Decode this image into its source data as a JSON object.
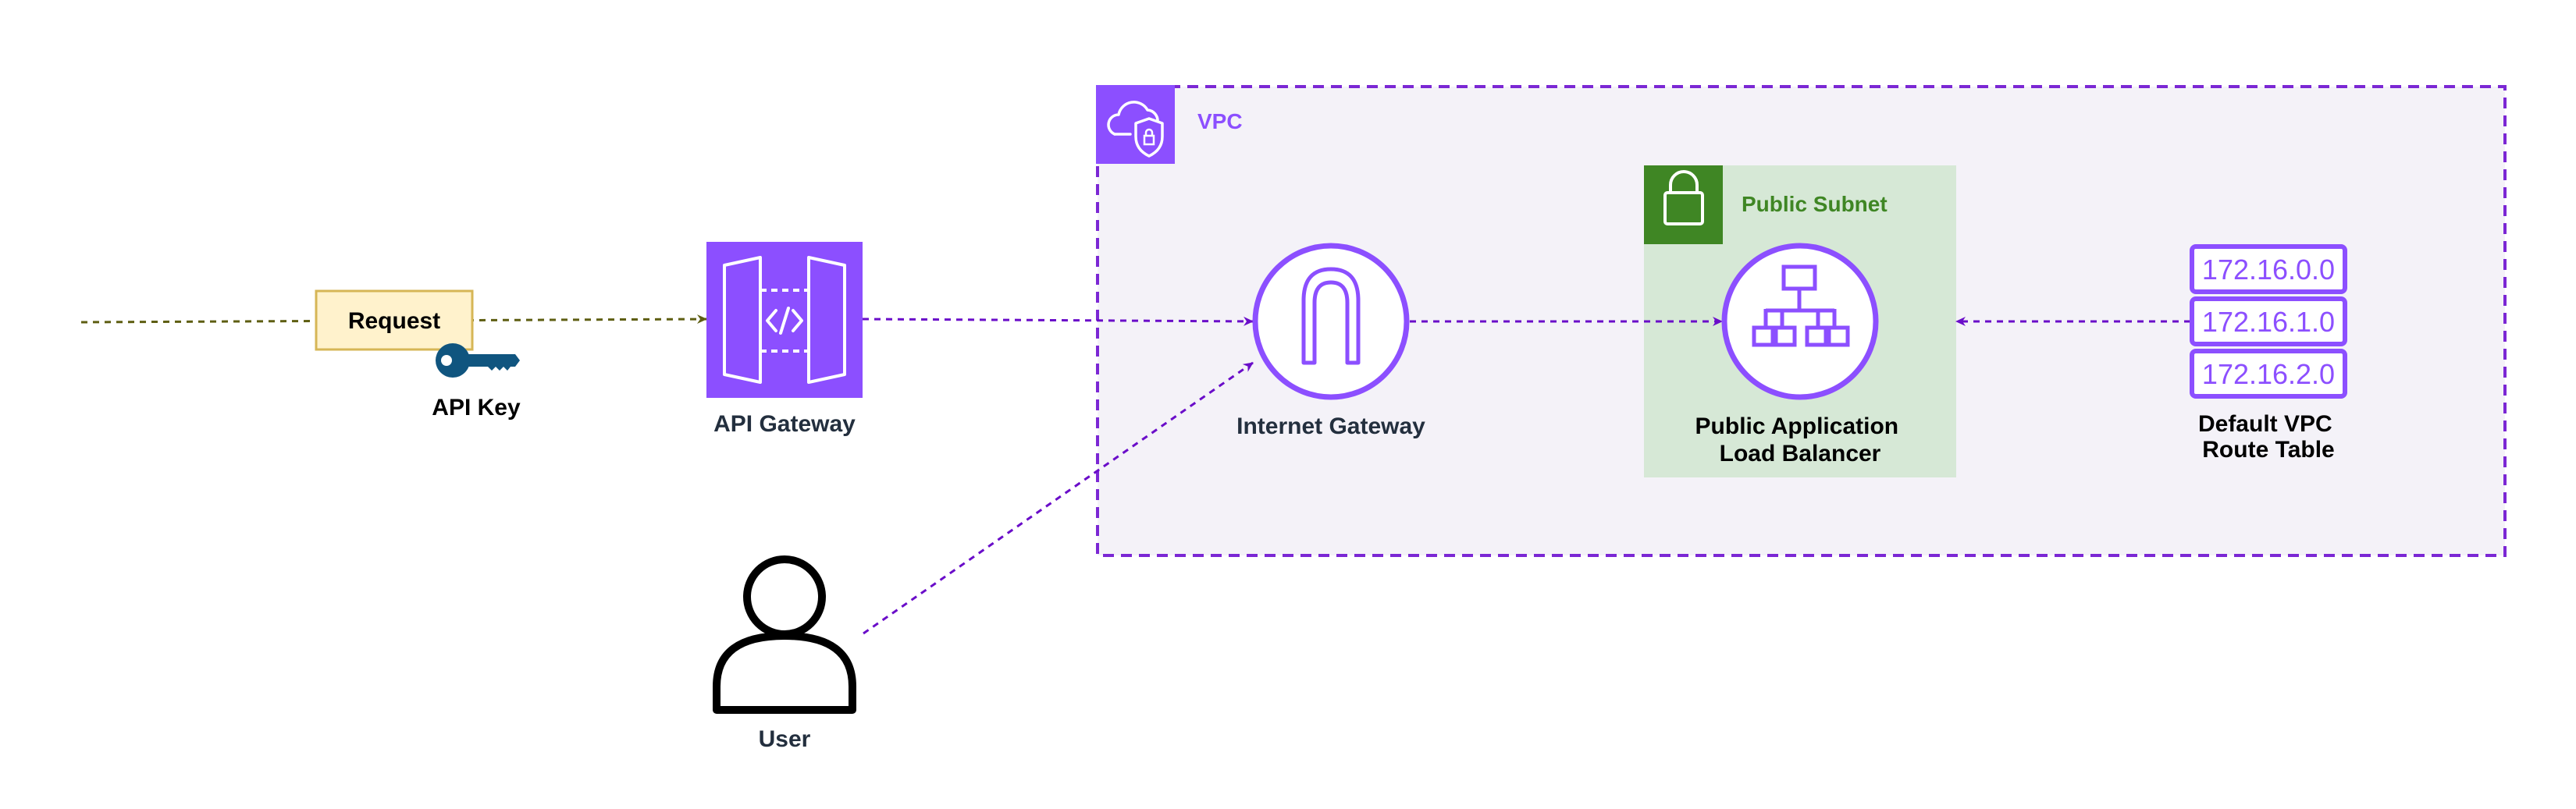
{
  "vpc": {
    "label": "VPC"
  },
  "subnet": {
    "label": "Public Subnet"
  },
  "request": {
    "label": "Request"
  },
  "api_key": {
    "label": "API Key"
  },
  "api_gateway": {
    "label": "API Gateway"
  },
  "internet_gateway": {
    "label": "Internet Gateway"
  },
  "load_balancer": {
    "label_line1": "Public Application",
    "label_line2": "Load Balancer"
  },
  "route_table": {
    "label_line1": "Default VPC",
    "label_line2": "Route Table",
    "entries": [
      "172.16.0.0",
      "172.16.1.0",
      "172.16.2.0"
    ]
  },
  "user": {
    "label": "User"
  },
  "colors": {
    "purple": "#8C4FFF",
    "vpc_fill": "#F4F2F8",
    "vpc_border": "#7B27D4",
    "subnet_fill": "#D6E8D6",
    "subnet_accent": "#3F8624",
    "arrow": "#6A0DC9",
    "request_line": "#5E5E12",
    "request_fill": "#FFF2CC",
    "request_border": "#D6B656",
    "key": "#10557F",
    "text": "#232F3E"
  }
}
